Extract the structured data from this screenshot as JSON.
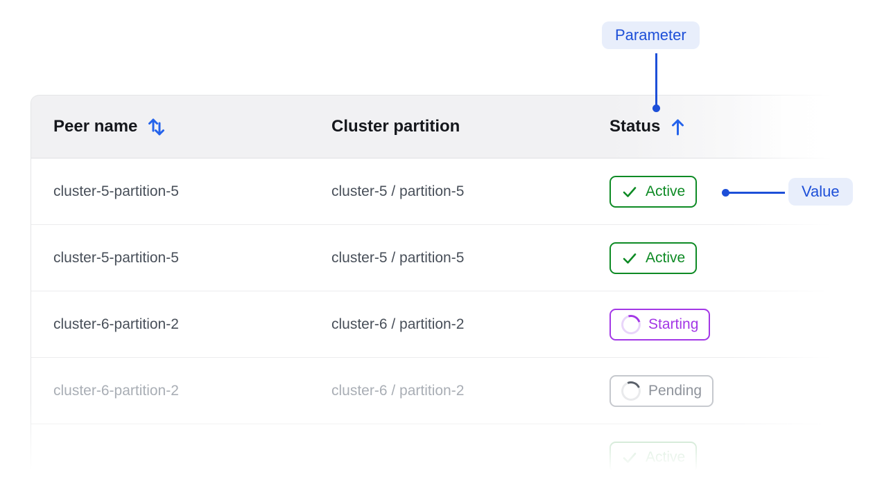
{
  "annotations": {
    "parameter": {
      "label": "Parameter"
    },
    "value": {
      "label": "Value"
    },
    "accent_color": "#1d4fd8",
    "pill_bg_color": "#e8eefb"
  },
  "table": {
    "columns": [
      {
        "label": "Peer name",
        "sort": "both"
      },
      {
        "label": "Cluster partition",
        "sort": "none"
      },
      {
        "label": "Status",
        "sort": "asc"
      }
    ],
    "rows": [
      {
        "peer_name": "cluster-5-partition-5",
        "cluster_partition": "cluster-5 / partition-5",
        "status": "Active",
        "status_type": "active",
        "muted": false,
        "partial": false
      },
      {
        "peer_name": "cluster-5-partition-5",
        "cluster_partition": "cluster-5 / partition-5",
        "status": "Active",
        "status_type": "active",
        "muted": false,
        "partial": false
      },
      {
        "peer_name": "cluster-6-partition-2",
        "cluster_partition": "cluster-6 / partition-2",
        "status": "Starting",
        "status_type": "starting",
        "muted": false,
        "partial": false
      },
      {
        "peer_name": "cluster-6-partition-2",
        "cluster_partition": "cluster-6 / partition-2",
        "status": "Pending",
        "status_type": "pending",
        "muted": true,
        "partial": false
      },
      {
        "peer_name": "",
        "cluster_partition": "",
        "status": "Active",
        "status_type": "active",
        "muted": false,
        "partial": true
      }
    ],
    "status_colors": {
      "active": "#0d8a24",
      "starting": "#a337e6",
      "pending_border": "#c5c8cd",
      "pending_text": "#8e939b"
    },
    "sort_icon_color": "#2563eb"
  }
}
